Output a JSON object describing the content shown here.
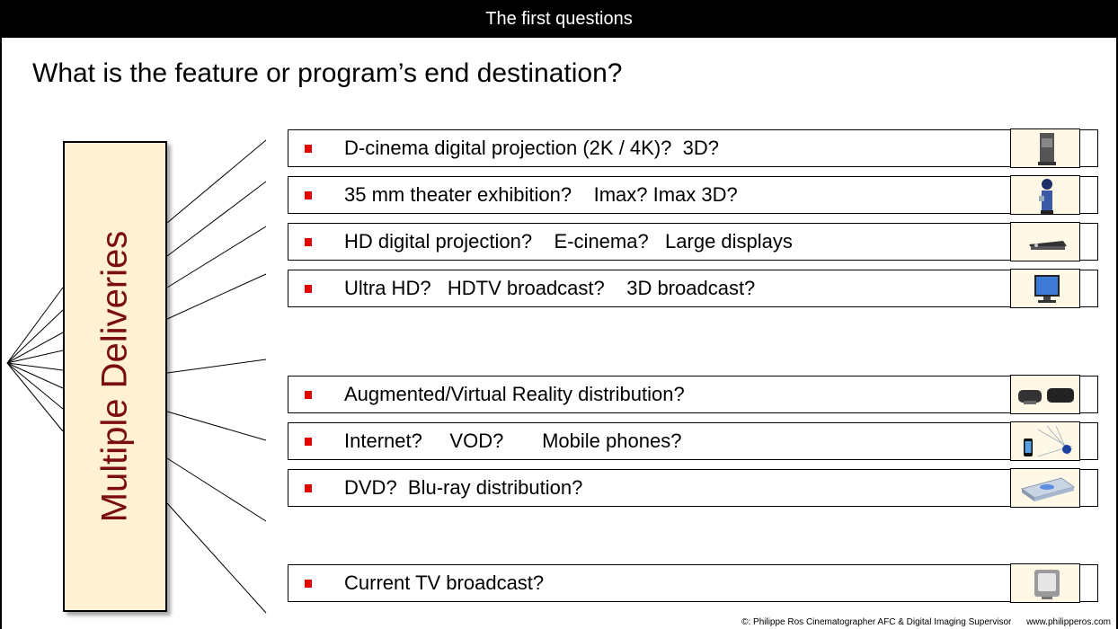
{
  "header": {
    "title": "The first questions"
  },
  "question": "What is the feature or program’s end destination?",
  "vertical_label": "Multiple Deliveries",
  "rows": [
    {
      "text": "D-cinema digital projection (2K / 4K)?  3D?",
      "icon": "projector-cabinet-icon"
    },
    {
      "text": "35 mm theater exhibition?    Imax? Imax 3D?",
      "icon": "film-projector-icon"
    },
    {
      "text": "HD digital projection?    E-cinema?   Large displays",
      "icon": "video-projector-icon"
    },
    {
      "text": "Ultra HD?   HDTV broadcast?    3D broadcast?",
      "icon": "flat-tv-icon"
    },
    {
      "text": "Augmented/Virtual Reality distribution?",
      "icon": "vr-headset-icon"
    },
    {
      "text": "Internet?     VOD?       Mobile phones?",
      "icon": "phone-globe-icon"
    },
    {
      "text": "DVD?  Blu-ray distribution?",
      "icon": "disc-player-icon"
    },
    {
      "text": "Current TV broadcast?",
      "icon": "crt-tv-icon"
    }
  ],
  "footer": {
    "credit": "©: Philippe Ros Cinematographer AFC & Digital Imaging Supervisor",
    "website": "www.philipperos.com"
  },
  "colors": {
    "header_bg": "#000000",
    "label_box_bg": "#fff1d2",
    "label_text": "#7a0e0e",
    "bullet": "#e60000"
  }
}
